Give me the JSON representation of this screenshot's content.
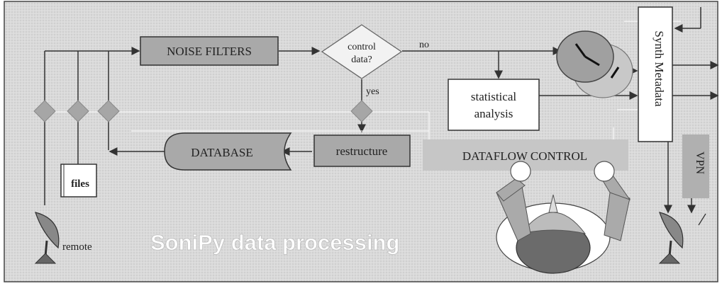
{
  "diagram": {
    "noise_filters": "NOISE FILTERS",
    "decision_line1": "control",
    "decision_line2": "data?",
    "no_label": "no",
    "yes_label": "yes",
    "stat_line1": "statistical",
    "stat_line2": "analysis",
    "synth_metadata": "Synth Metadata",
    "database": "DATABASE",
    "restructure": "restructure",
    "dataflow_control": "DATAFLOW CONTROL",
    "vpn": "VPN",
    "files": "files",
    "remote": "remote",
    "watermark_title": "SoniPy data processing"
  },
  "colors": {
    "background": "#dcdcdc",
    "box_fill": "#a9a9a9",
    "box_border": "#333333",
    "diamond": "#a6a6a6",
    "line": "#333333",
    "white_box": "#ffffff",
    "dataflow_fill": "#c6c6c6"
  }
}
